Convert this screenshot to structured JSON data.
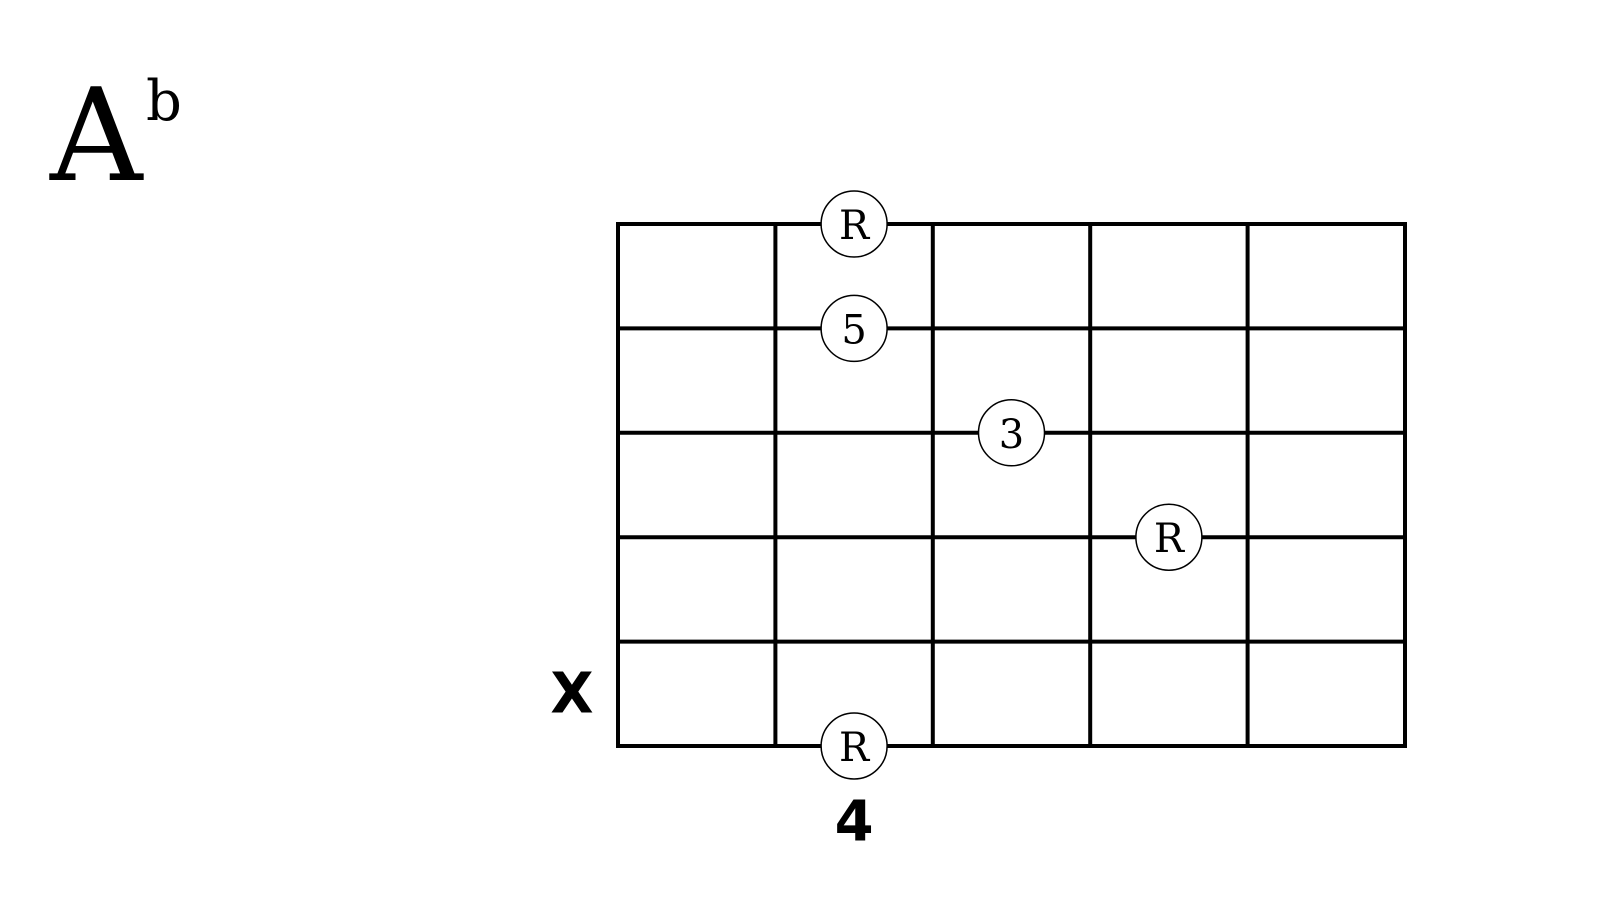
{
  "chord": {
    "root": "A",
    "accidental": "b"
  },
  "diagram": {
    "string_count": 6,
    "fret_count": 5,
    "start_fret_label": "4",
    "start_fret_column": 1,
    "muted": [
      {
        "string": 5,
        "label": "X"
      }
    ],
    "notes": [
      {
        "string": 0,
        "fret": 1,
        "label": "R"
      },
      {
        "string": 1,
        "fret": 1,
        "label": "5"
      },
      {
        "string": 2,
        "fret": 2,
        "label": "3"
      },
      {
        "string": 3,
        "fret": 3,
        "label": "R"
      },
      {
        "string": 5,
        "fret": 1,
        "label": "R"
      }
    ]
  }
}
